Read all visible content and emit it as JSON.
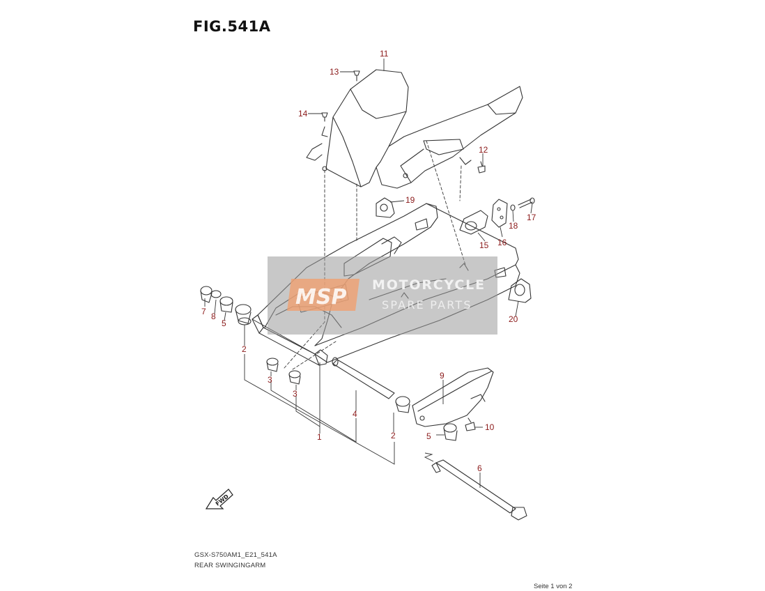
{
  "figure_title": "FIG.541A",
  "model_code": "GSX-S750AM1_E21_541A",
  "section_name": "REAR SWINGINGARM",
  "page_indicator": "Seite 1 von 2",
  "watermark": {
    "logo": "MSP",
    "line1": "MOTORCYCLE",
    "line2": "SPARE PARTS"
  },
  "direction_badge": "FWD",
  "callouts": [
    "11",
    "13",
    "14",
    "12",
    "19",
    "17",
    "18",
    "16",
    "15",
    "7",
    "8",
    "5",
    "20",
    "2",
    "3",
    "3",
    "9",
    "4",
    "10",
    "5",
    "1",
    "2",
    "6"
  ],
  "colors": {
    "callout": "#8b1a1a",
    "line": "#333333",
    "watermark_box": "#9a9a9a",
    "watermark_logo": "#f0a070"
  }
}
